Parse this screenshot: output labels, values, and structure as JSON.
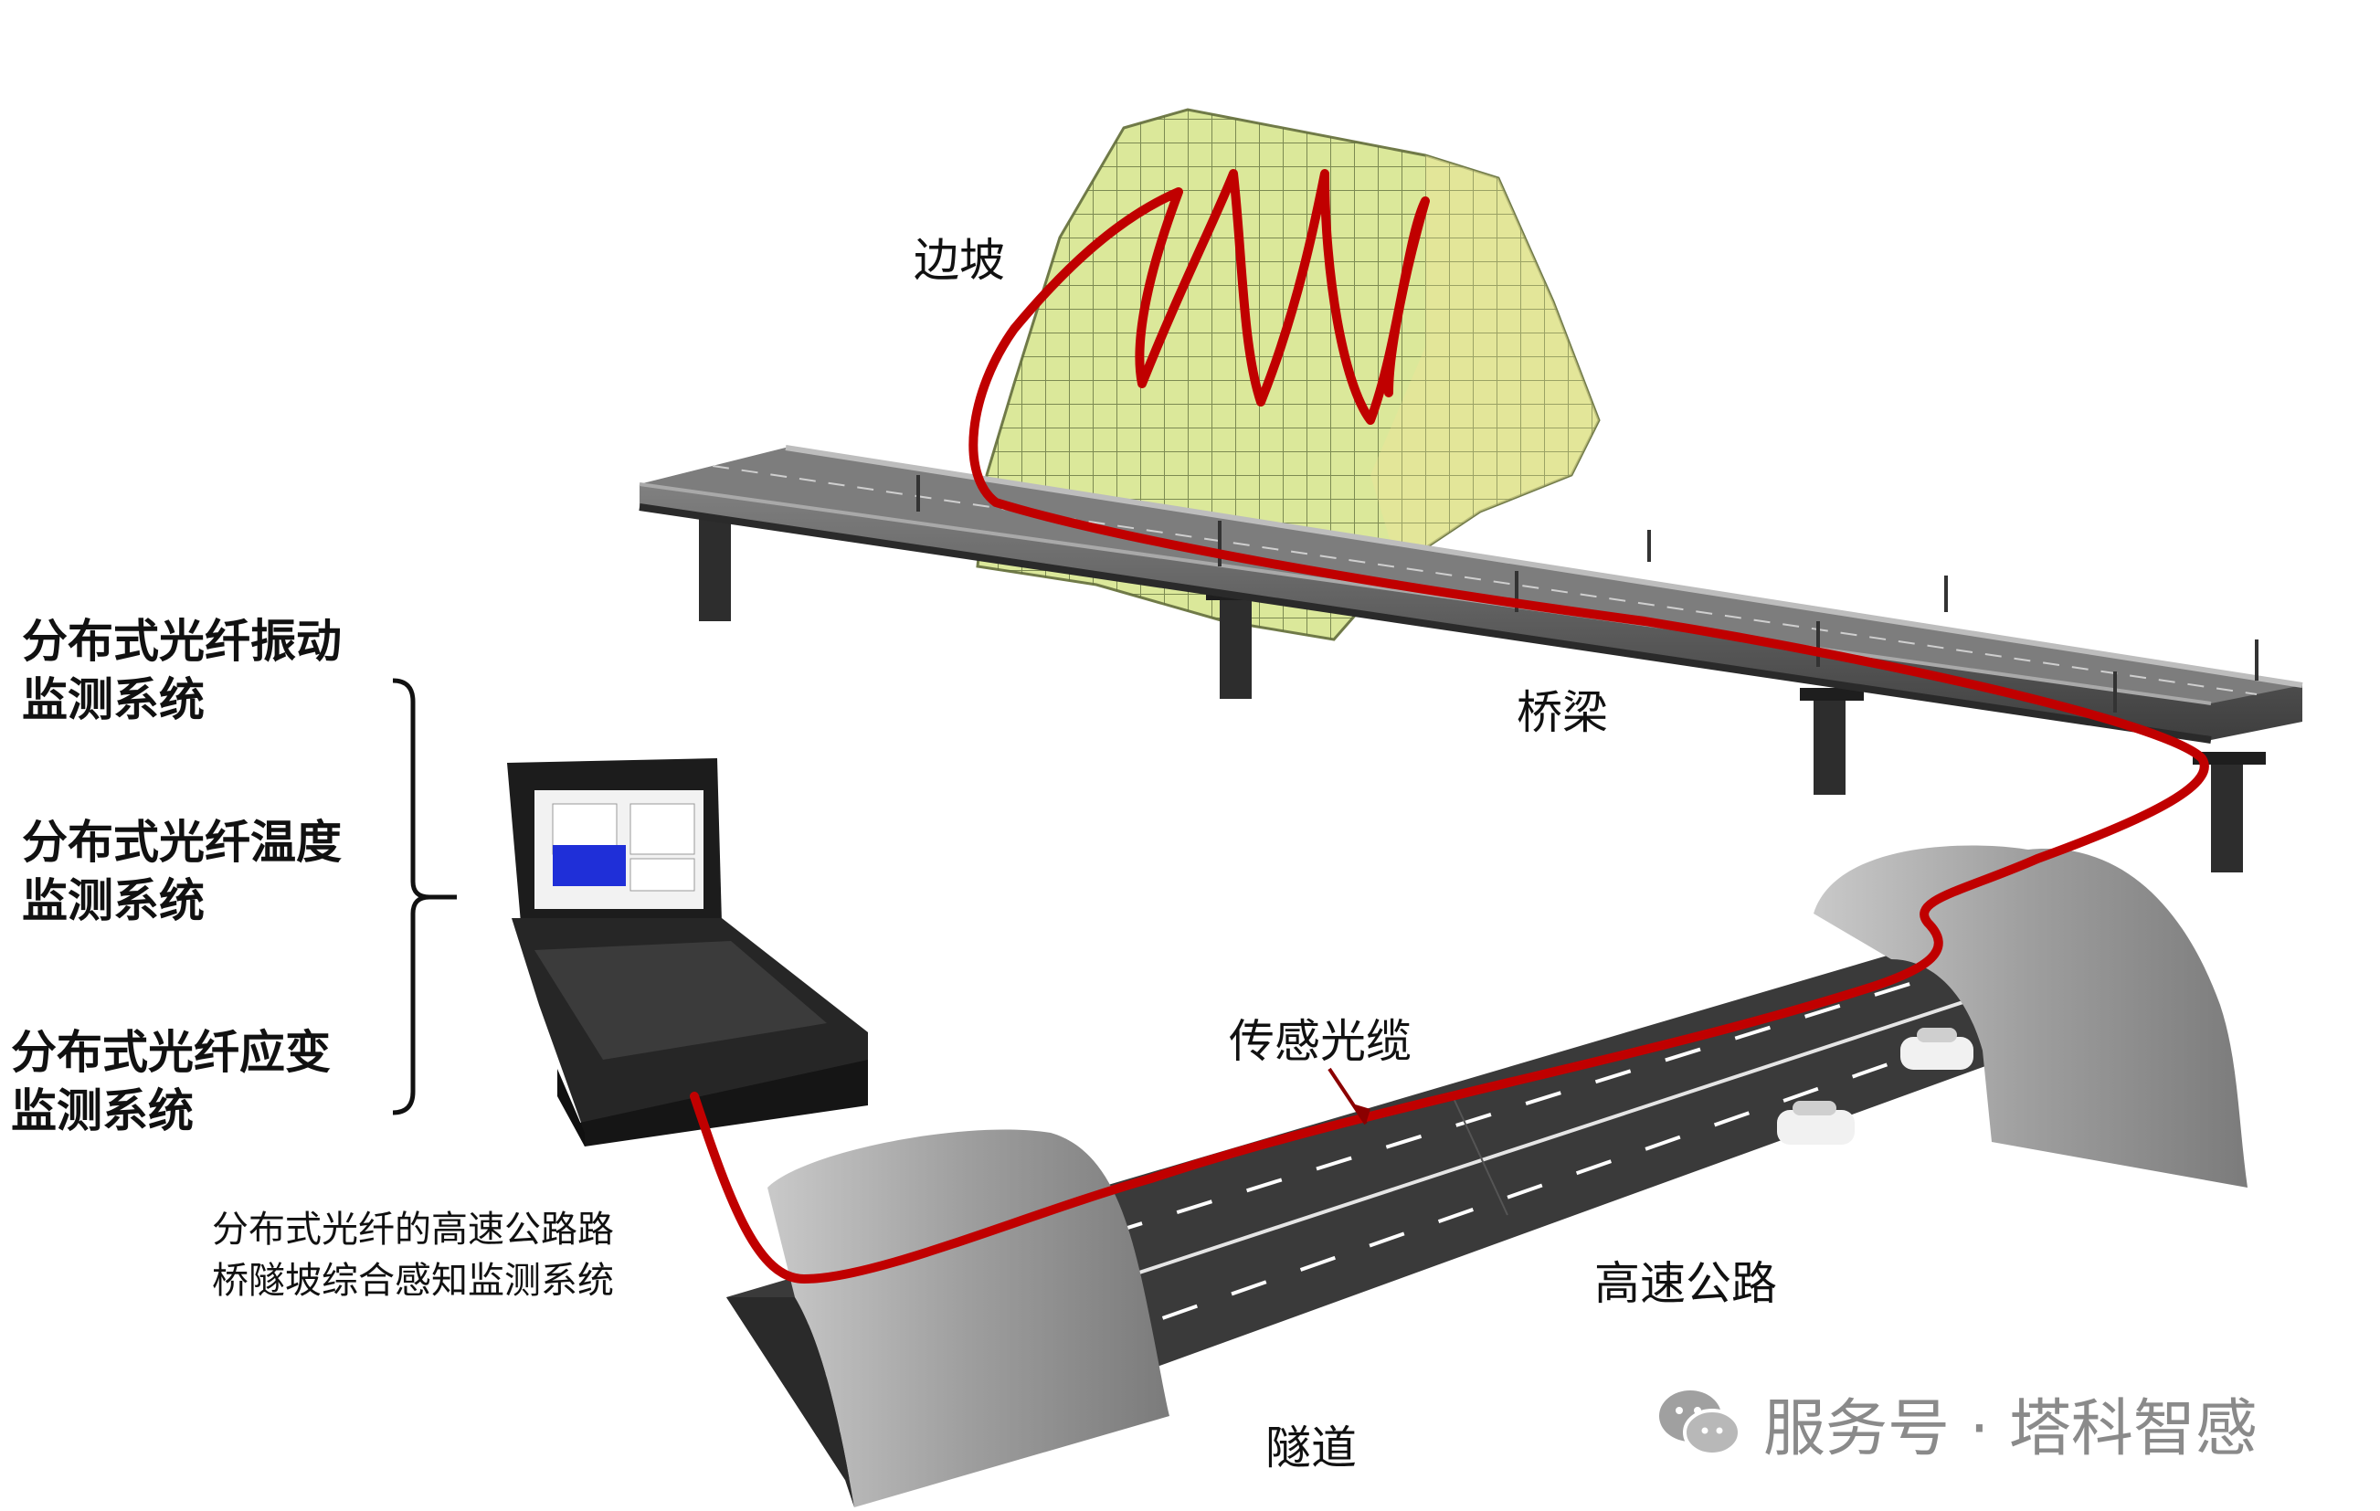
{
  "systems": [
    {
      "line1": "分布式光纤振动",
      "line2": "监测系统"
    },
    {
      "line1": "分布式光纤温度",
      "line2": "监测系统"
    },
    {
      "line1": "分布式光纤应变",
      "line2": "监测系统"
    }
  ],
  "labels": {
    "slope": "边坡",
    "bridge": "桥梁",
    "cable": "传感光缆",
    "highway": "高速公路",
    "tunnel": "隧道"
  },
  "description": {
    "line1": "分布式光纤的高速公路路",
    "line2": "桥隧坡综合感知监测系统"
  },
  "watermark": {
    "text": "服务号 · 塔科智感",
    "icon": "wechat-icon"
  },
  "colors": {
    "cable": "#c00000",
    "slope_fill": "#dbe89a",
    "bridge_deck": "#5a5a5a",
    "tunnel_portal": "#9a9a9a",
    "road": "#3a3a3a"
  }
}
